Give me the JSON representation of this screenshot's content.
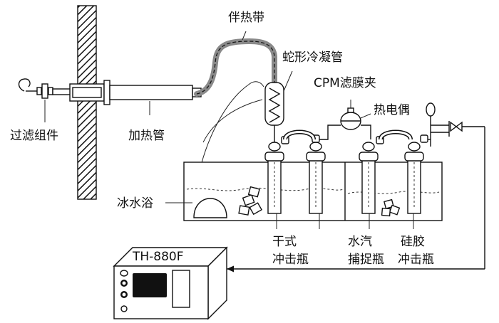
{
  "labels": {
    "heating_tape": "伴热带",
    "serpentine_condenser": "蛇形冷凝管",
    "cpm_filter_holder": "CPM滤膜夹",
    "thermocouple": "热电偶",
    "filter_assembly": "过滤组件",
    "heating_pipe": "加热管",
    "ice_water_bath": "冰水浴",
    "dry_impinger_line1": "干式",
    "dry_impinger_line2": "冲击瓶",
    "water_trap_line1": "水汽",
    "water_trap_line2": "捕捉瓶",
    "silica_impinger_line1": "硅胶",
    "silica_impinger_line2": "冲击瓶",
    "instrument_model": "TH-880F"
  },
  "colors": {
    "line": "#111111",
    "heating_tape": "#8a8a8a",
    "hatch": "#111111",
    "background": "#ffffff"
  }
}
